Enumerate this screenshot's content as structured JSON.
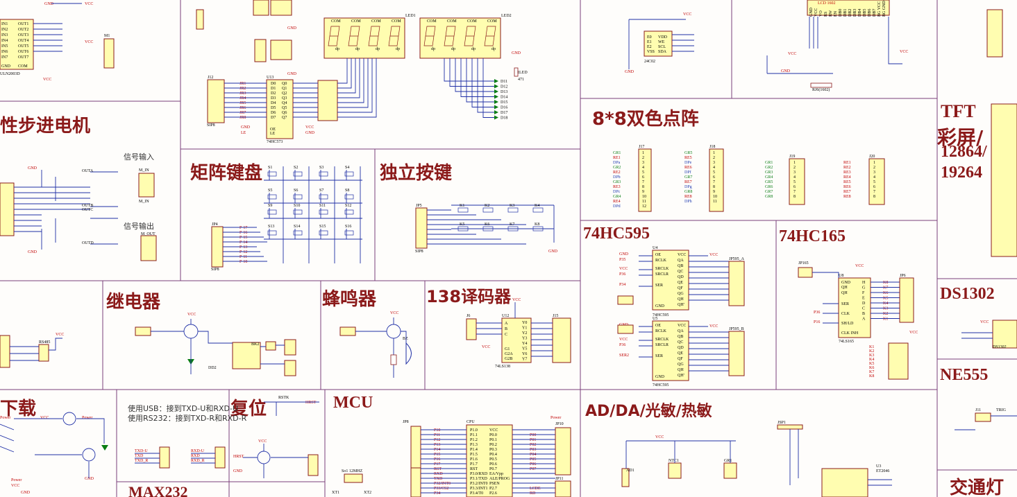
{
  "sections": {
    "stepper": "性步进电机",
    "matrix_keyboard": "矩阵键盘",
    "independent_keys": "独立按键",
    "dot_matrix": "8*8双色点阵",
    "hc595": "74HC595",
    "hc165": "74HC165",
    "tft_line1": "TFT",
    "tft_line2": "彩屏/",
    "tft_line3": "12864/",
    "tft_line4": "19264",
    "relay": "继电器",
    "buzzer": "蜂鸣器",
    "decoder": "138译码器",
    "ds1302": "DS1302",
    "ne555": "NE555",
    "download": "下载",
    "reset": "复位",
    "mcu": "MCU",
    "adda": "AD/DA/光敏/热敏",
    "max232": "MAX232",
    "traffic": "交通灯"
  },
  "notes": {
    "signal_in": "信号输入",
    "signal_out": "信号输出",
    "usb_line": "使用USB：接到TXD-U和RXD-U",
    "rs232_line": "使用RS232：接到TXD-R和RXD-R"
  },
  "chips": {
    "uln": "ULN2003D",
    "u13": "U13",
    "hc573": "74HC573",
    "led1": "LED1",
    "led2": "LED2",
    "lcd": "LCD 1602",
    "c24": "24C02",
    "u4": "U4",
    "u5": "U5",
    "u8": "U8",
    "u12": "U12",
    "hc138": "74LS138",
    "ls165": "74LS165",
    "cpu": "CPU",
    "u3": "U3",
    "et2046": "ET2046",
    "ds1302": "DS1302",
    "hc595": "74HC595",
    "crystal": "So1 12MHZ"
  },
  "labels": {
    "vcc": "VCC",
    "gnd": "GND",
    "com": "COM",
    "dp": "dp",
    "le": "LE",
    "oe": "OE",
    "rled": "RLED",
    "r471": "471",
    "j12": "J12",
    "sip8": "SIP8",
    "jp4": "JP4",
    "jp5": "JP5",
    "j17": "J17",
    "j18": "J18",
    "j19": "J19",
    "j20": "J20",
    "jp595a": "JP595_A",
    "jp595b": "JP595_B",
    "jp6": "JP6",
    "jp165": "JP165",
    "j15": "J15",
    "j6": "J6",
    "m1": "M1",
    "m_in": "M_IN",
    "m_out": "M_OUT",
    "rs485": "RS485",
    "bk2": "BK2",
    "dd2": "DD2",
    "bz": "BZ",
    "power": "Power",
    "jp8": "JP8",
    "jp10": "JP10",
    "jp11": "JP11",
    "adj": "AD1",
    "ntc": "NTC1",
    "gr1": "GR1",
    "jsp1": "JSP1",
    "x1": "XT1",
    "x2": "XT2",
    "rstk": "RSTK",
    "hrst": "HRST",
    "j11": "J11",
    "trig": "TRIG",
    "rj6": "RJ6(1602)"
  },
  "keys_matrix": [
    "S1",
    "S2",
    "S3",
    "S4",
    "S5",
    "S6",
    "S7",
    "S8",
    "S9",
    "S10",
    "S11",
    "S12",
    "S13",
    "S14",
    "S15",
    "S16"
  ],
  "keys_indep": [
    "K1",
    "K2",
    "K3",
    "K4",
    "K5",
    "K6",
    "K7",
    "K8"
  ],
  "p1_pins": [
    "P-17",
    "P-16",
    "P-15",
    "P-14",
    "P-13",
    "P-12",
    "P-11",
    "P-10"
  ],
  "dot_left": [
    "GR1",
    "RE1",
    "DPa",
    "GR2",
    "RE2",
    "DPb",
    "GR3",
    "RE3",
    "DPc",
    "GR4",
    "RE4",
    "DPd"
  ],
  "dot_right": [
    "GR5",
    "RE5",
    "DPe",
    "RE6",
    "DPf",
    "GR7",
    "RE7",
    "DPg",
    "GR8",
    "RE8",
    "DPh"
  ],
  "gr_list": [
    "GR1",
    "GR2",
    "GR3",
    "GR4",
    "GR5",
    "GR6",
    "GR7",
    "GR8"
  ],
  "re_list": [
    "RE1",
    "RE2",
    "RE3",
    "RE4",
    "RE5",
    "RE6",
    "RE7",
    "RE8"
  ],
  "hc595_pins": [
    "OE",
    "RCLK",
    "SRCLK",
    "SRCLR",
    "SER",
    "QA",
    "QB",
    "QC",
    "QD",
    "QE",
    "QF",
    "QG",
    "QH",
    "QH'"
  ],
  "cpu_left": [
    "P1.0",
    "P1.1",
    "P1.2",
    "P1.3",
    "P1.4",
    "P1.5",
    "P1.6",
    "P1.7",
    "RST",
    "P3.0/RXD",
    "P3.1/TXD",
    "P3.2/INT0",
    "P3.3/INT1",
    "P3.4/T0"
  ],
  "cpu_right": [
    "VCC",
    "P0.0",
    "P0.1",
    "P0.2",
    "P0.3",
    "P0.4",
    "P0.5",
    "P0.6",
    "P0.7",
    "EA/Vpp",
    "ALE/PROG",
    "PSEN",
    "P2.7",
    "P2.6"
  ],
  "cpu_left_nets": [
    "P10",
    "P11",
    "P12",
    "P13",
    "P14",
    "P15",
    "P16",
    "P17",
    "RST",
    "RXD",
    "TXD",
    "P32/INT0",
    "P33/CS2",
    "P34"
  ],
  "cpu_right_nets": [
    "",
    "P00",
    "P01",
    "P02",
    "P03",
    "P04",
    "P05",
    "P06",
    "P07",
    "",
    "",
    "",
    "LCDE",
    "RD"
  ],
  "uln_pins": [
    "IN1",
    "IN2",
    "IN3",
    "IN4",
    "IN5",
    "IN6",
    "IN7"
  ],
  "uln_out": [
    "OUT1",
    "OUT2",
    "OUT3",
    "OUT4",
    "OUT5",
    "OUT6",
    "OUT7"
  ],
  "decoder_pins": [
    "A",
    "B",
    "C",
    "G1",
    "G2A",
    "G2B"
  ],
  "decoder_out": [
    "Y0",
    "Y1",
    "Y2",
    "Y3",
    "Y4",
    "Y5",
    "Y6",
    "Y7"
  ],
  "hc165_pins": [
    "GND",
    "QH",
    "QH",
    "SER",
    "CLK",
    "SH/LD",
    "CLK INH"
  ],
  "hc165_out": [
    "H",
    "G",
    "F",
    "E",
    "D",
    "C",
    "B",
    "A"
  ],
  "k_list": [
    "K8",
    "K7",
    "K6",
    "K5",
    "K4",
    "K3",
    "K2",
    "K1"
  ],
  "c24_pins": [
    "E0",
    "E1",
    "E2",
    "VSS"
  ],
  "c24_out": [
    "VDD",
    "WE",
    "SCL",
    "SDA"
  ],
  "lcd_pins": [
    "GND",
    "VCC",
    "VO",
    "RS",
    "RW",
    "EN",
    "DB0",
    "DB1",
    "DB2",
    "DB3",
    "DB4",
    "DB5",
    "DB6",
    "DB7",
    "BG VCC",
    "BG GND"
  ],
  "rx_list": [
    "TXD-U",
    "TXD",
    "TXD_R"
  ],
  "rxd_list": [
    "RXD-U",
    "RXD",
    "RXD_R"
  ]
}
